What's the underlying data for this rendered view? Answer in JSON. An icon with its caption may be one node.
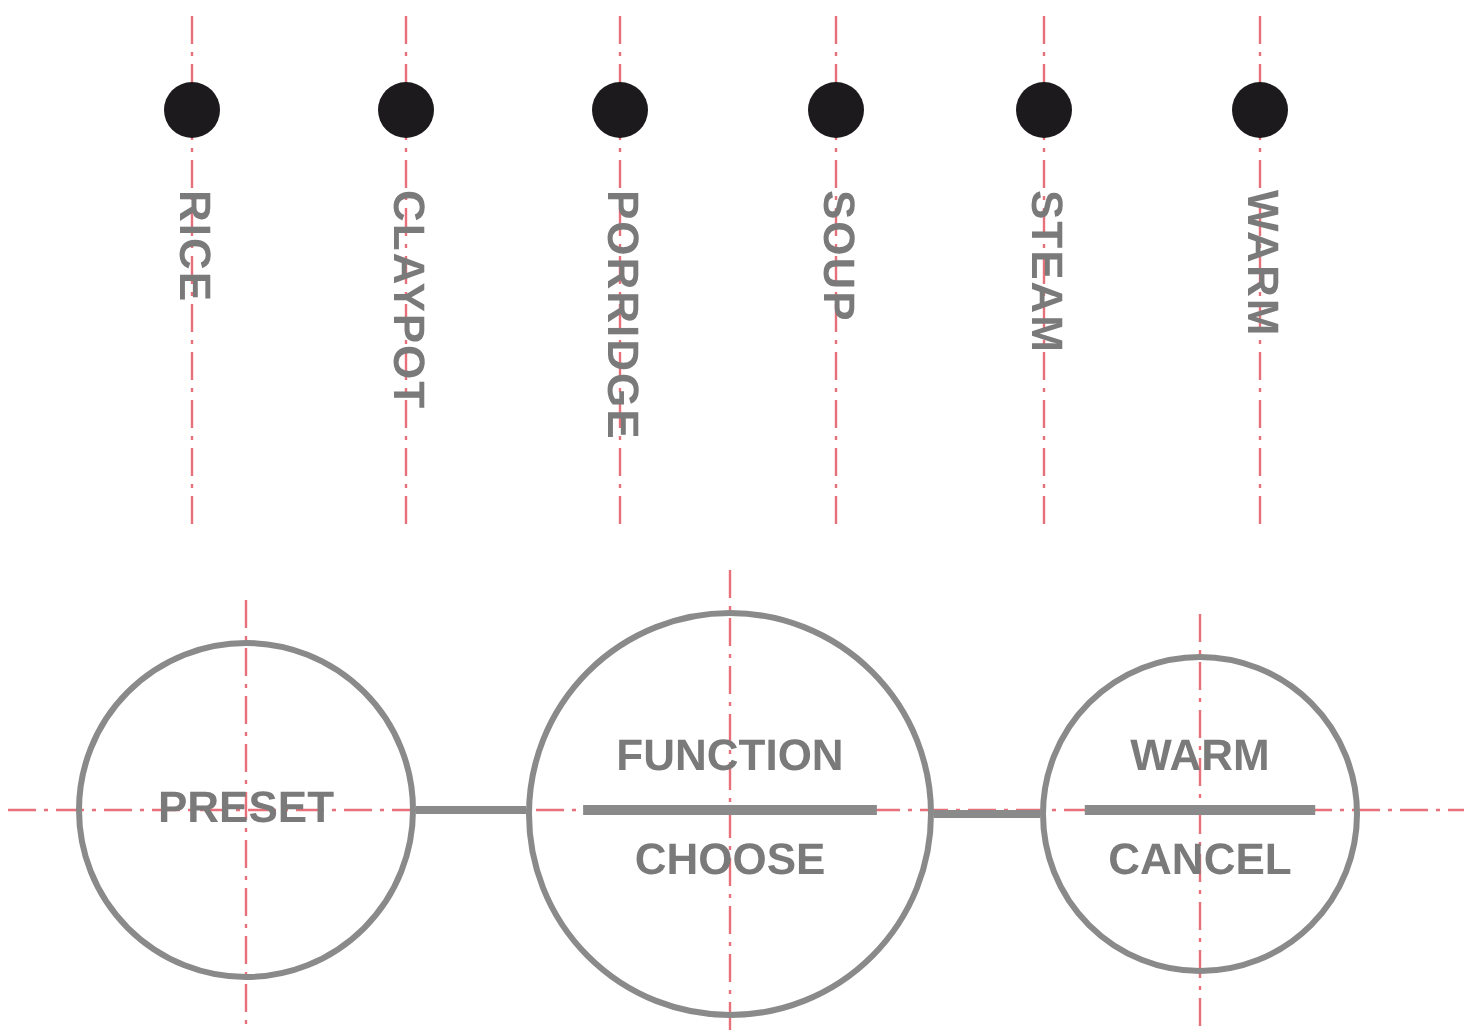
{
  "diagram": {
    "nodes": [
      {
        "text": [
          "PRESET"
        ]
      },
      {
        "text": [
          "FUNCTION",
          "CHOOSE"
        ]
      },
      {
        "text": [
          "WARM",
          "CANCEL"
        ]
      }
    ],
    "edges": [
      {
        "from": 0,
        "to": 1,
        "arrow": "none"
      },
      {
        "from": 1,
        "to": 2,
        "arrow": "none"
      }
    ],
    "labels": [
      "RICE",
      "CLAYPOT",
      "PORRIDGE",
      "SOUP",
      "STEAM",
      "WARM"
    ]
  }
}
